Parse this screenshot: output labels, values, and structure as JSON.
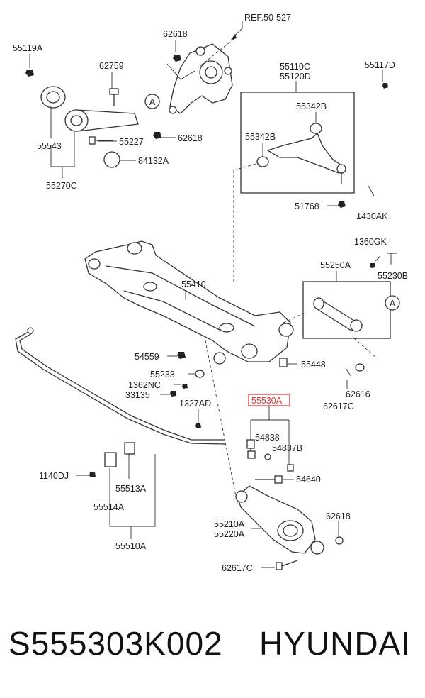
{
  "labels": {
    "ref": "REF.50-527",
    "p55119A": "55119A",
    "p62618a": "62618",
    "p62759": "62759",
    "p55110C": "55110C",
    "p55120D": "55120D",
    "p55117D": "55117D",
    "p55342Ba": "55342B",
    "p55342Bb": "55342B",
    "p55543": "55543",
    "p55227": "55227",
    "p62618b": "62618",
    "p84132A": "84132A",
    "p55270C": "55270C",
    "p51768": "51768",
    "p1430AK": "1430AK",
    "p1360GK": "1360GK",
    "p55230B": "55230B",
    "p55250A": "55250A",
    "p55410": "55410",
    "p54559": "54559",
    "p55448": "55448",
    "p55233": "55233",
    "p1362NC": "1362NC",
    "p33135": "33135",
    "p62616": "62616",
    "p62617Ca": "62617C",
    "p55530A": "55530A",
    "p1327AD": "1327AD",
    "p54838": "54838",
    "p54837B": "54837B",
    "p1140DJ": "1140DJ",
    "p55513A": "55513A",
    "p55514A": "55514A",
    "p54640": "54640",
    "p55210A": "55210A",
    "p55220A": "55220A",
    "p62618c": "62618",
    "p55510A": "55510A",
    "p62617Cb": "62617C",
    "circleA1": "A",
    "circleA2": "A"
  },
  "highlight_color": "#e0383c",
  "footer": {
    "part_number": "S555303K002",
    "brand": "HYUNDAI"
  }
}
